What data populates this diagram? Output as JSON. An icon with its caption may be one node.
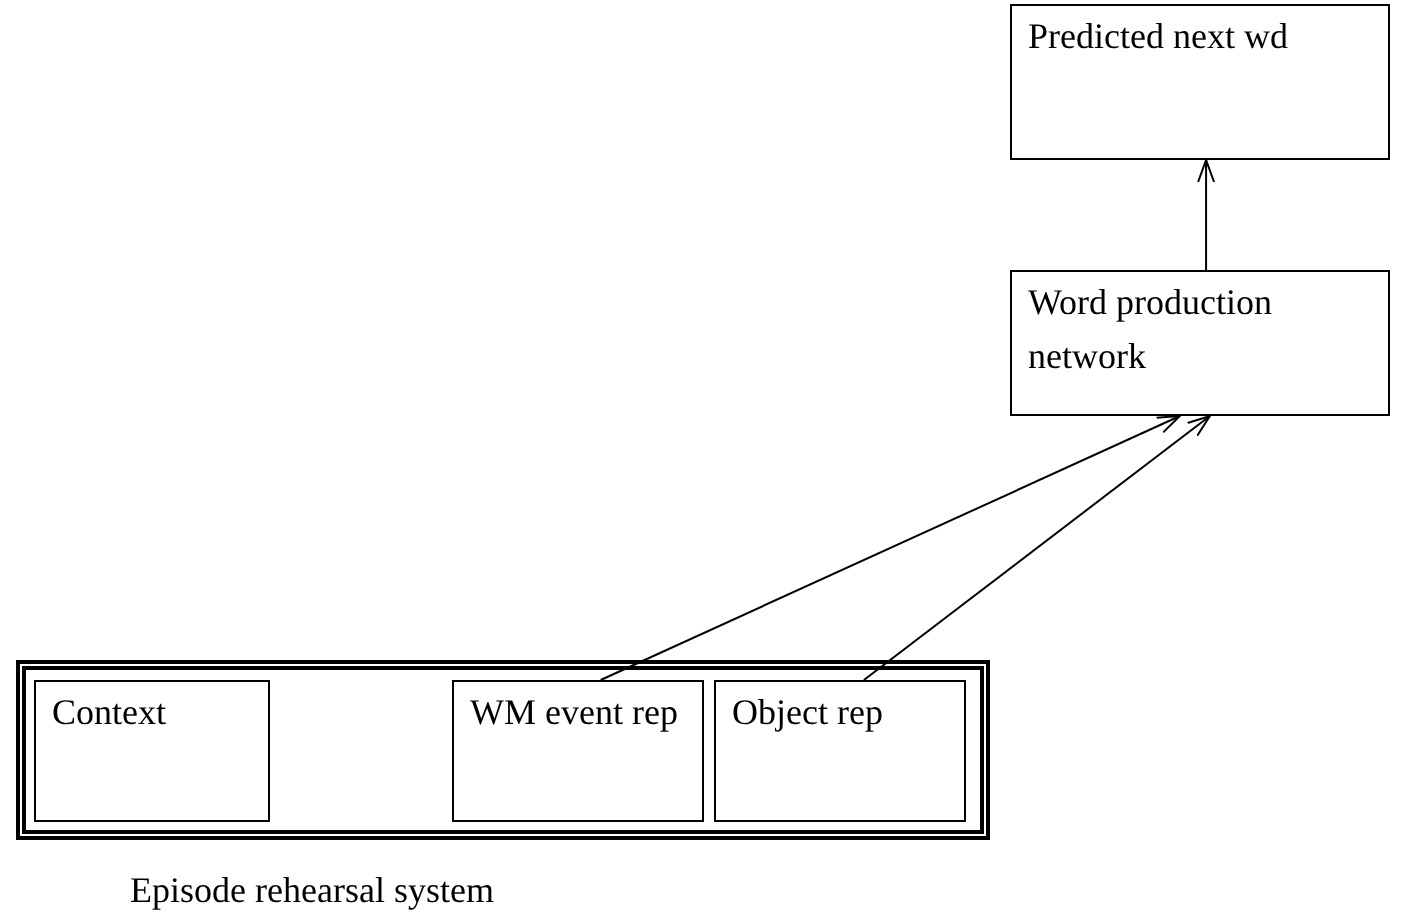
{
  "diagram": {
    "nodes": [
      {
        "text": [
          "Predicted next wd"
        ]
      },
      {
        "text": [
          "Word production network"
        ]
      },
      {
        "text": [],
        "shape": "box",
        "beside": [
          "Episode rehearsal system"
        ]
      },
      {
        "text": [
          "Context"
        ],
        "in": 2
      },
      {
        "text": [
          "WM event rep"
        ],
        "in": 2
      },
      {
        "text": [
          "Object rep"
        ],
        "in": 2
      }
    ],
    "edges": [
      {
        "from": 1,
        "to": 0,
        "arrow": "to"
      },
      {
        "from": 4,
        "to": 1,
        "arrow": "to"
      },
      {
        "from": 5,
        "to": 1,
        "arrow": "to"
      }
    ]
  }
}
